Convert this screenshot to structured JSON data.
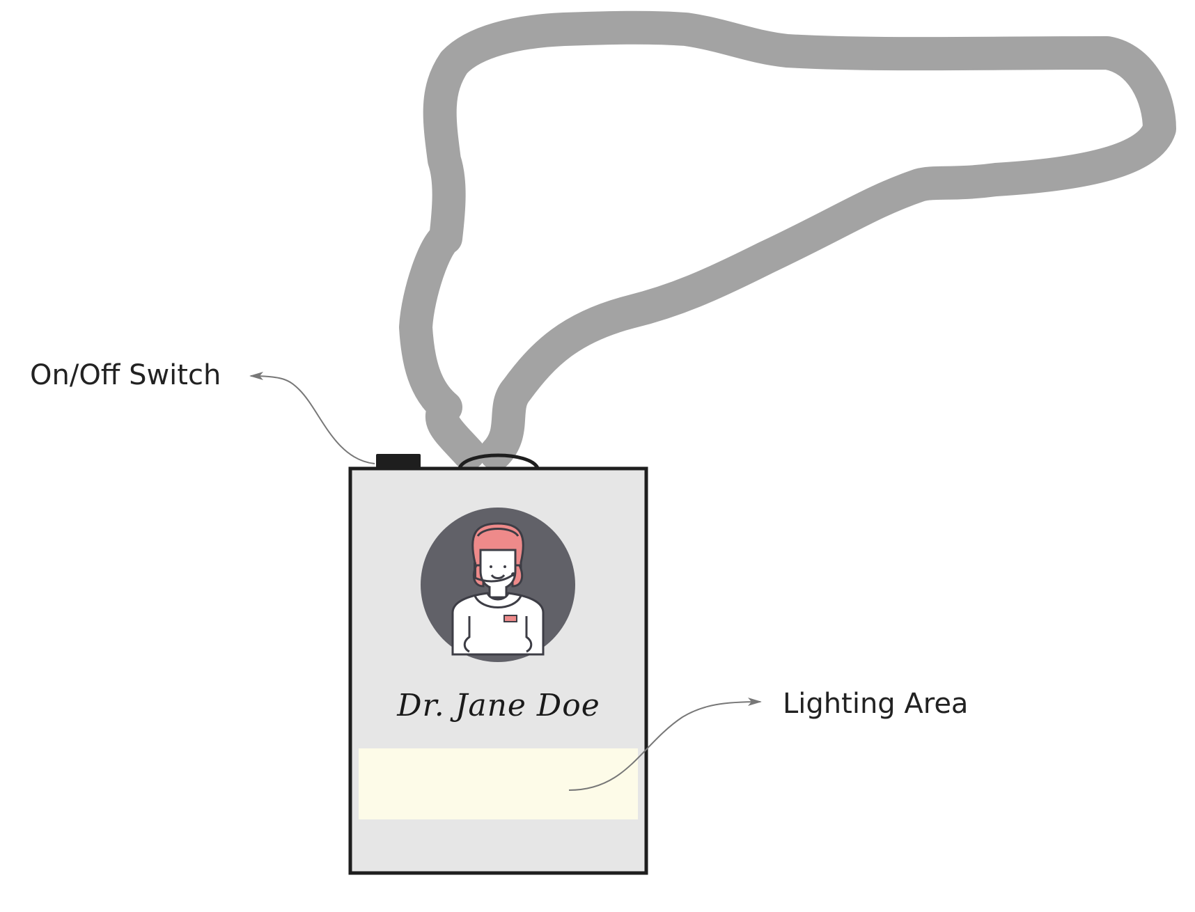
{
  "labels": {
    "switch": "On/Off Switch",
    "lighting": "Lighting Area"
  },
  "badge": {
    "name": "Dr. Jane Doe"
  },
  "icons": {
    "avatar": "doctor-headset-avatar-icon"
  },
  "colors": {
    "lanyard": "#a3a3a3",
    "badge_fill": "#e6e6e6",
    "badge_border": "#1e1e1e",
    "switch": "#1e1e1e",
    "avatar_bg": "#616168",
    "hair": "#ee8a8a",
    "lighting_area": "#fdfbe8",
    "arrow": "#777777"
  }
}
